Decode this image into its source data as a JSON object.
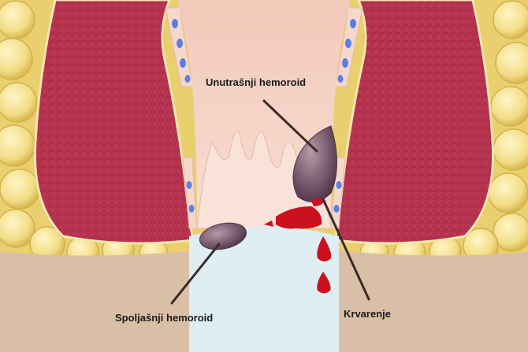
{
  "labels": {
    "internal_hemorrhoid": "Unutrašnji hemoroid",
    "external_hemorrhoid": "Spoljašnji hemoroid",
    "bleeding": "Krvarenje"
  },
  "colors": {
    "fat": "#f2dd86",
    "fat_outline": "#d9b84f",
    "muscle": "#b5334f",
    "muscle_dark": "#8e2038",
    "mucosa": "#f1c3b4",
    "lining": "#f6d7cc",
    "skin": "#d9bfa6",
    "background": "#dfeef3",
    "hemorrhoid": "#7a5a6e",
    "blood": "#cc1020",
    "pointer": "#3a2a2a",
    "vein": "#5a7fe0"
  }
}
